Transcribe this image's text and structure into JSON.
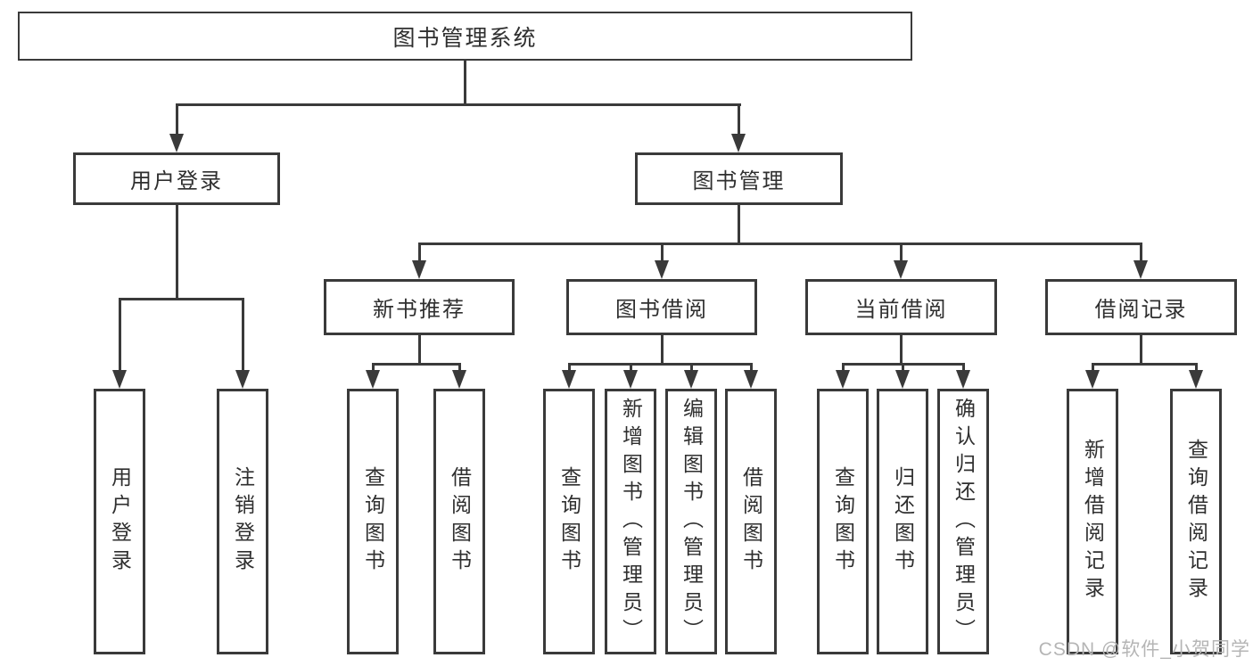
{
  "tree": {
    "root_label": "图书管理系统",
    "user_login": {
      "label": "用户登录",
      "children": [
        "用户登录",
        "注销登录"
      ]
    },
    "book_management": {
      "label": "图书管理",
      "groups": [
        {
          "label": "新书推荐",
          "children": [
            "查询图书",
            "借阅图书"
          ]
        },
        {
          "label": "图书借阅",
          "children": [
            "查询图书",
            "新增图书（管理员）",
            "编辑图书（管理员）",
            "借阅图书"
          ]
        },
        {
          "label": "当前借阅",
          "children": [
            "查询图书",
            "归还图书",
            "确认归还（管理员）"
          ]
        },
        {
          "label": "借阅记录",
          "children": [
            "新增借阅记录",
            "查询借阅记录"
          ]
        }
      ]
    }
  },
  "watermark": "CSDN @软件_小贺同学",
  "colors": {
    "line": "#3a3a3a",
    "text": "#2f2f2f",
    "watermark": "#b5b5b5",
    "background": "#ffffff"
  }
}
